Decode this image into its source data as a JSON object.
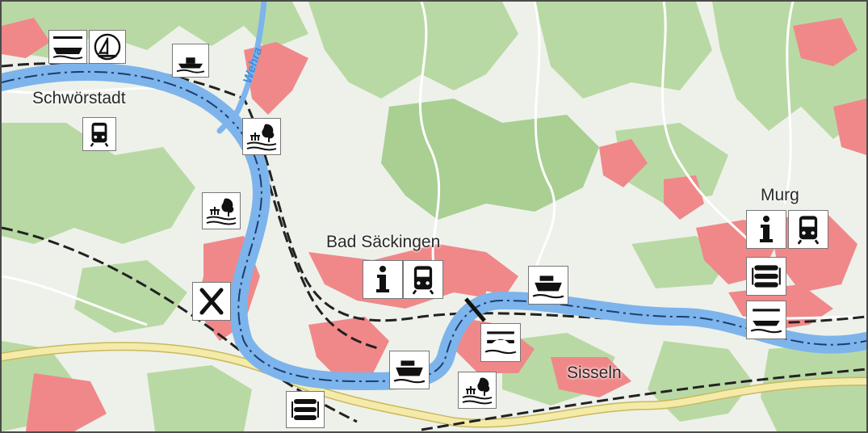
{
  "map": {
    "places": {
      "schworstadt": "Schwörstadt",
      "bad_sackingen": "Bad Säckingen",
      "murg": "Murg",
      "sisseln": "Sisseln"
    },
    "rivers": {
      "wehra": "Wehra"
    },
    "colors": {
      "river": "#7db4ec",
      "river_centerline": "#1b3d70",
      "urban": "#f0888a",
      "forest": "#b9d9a4",
      "terrain_light": "#eef1ea",
      "road_main": "#f5eba8",
      "railway": "#222222",
      "poi_dark": "#0a0a0a"
    },
    "icons": [
      "boat-icon",
      "sailing-icon",
      "motorboat-icon",
      "train-station-icon",
      "bathing-site-icon",
      "information-icon",
      "restaurant-icon",
      "ferry-icon",
      "bridge-icon",
      "rowing-icon",
      "pontoon-icon"
    ]
  }
}
